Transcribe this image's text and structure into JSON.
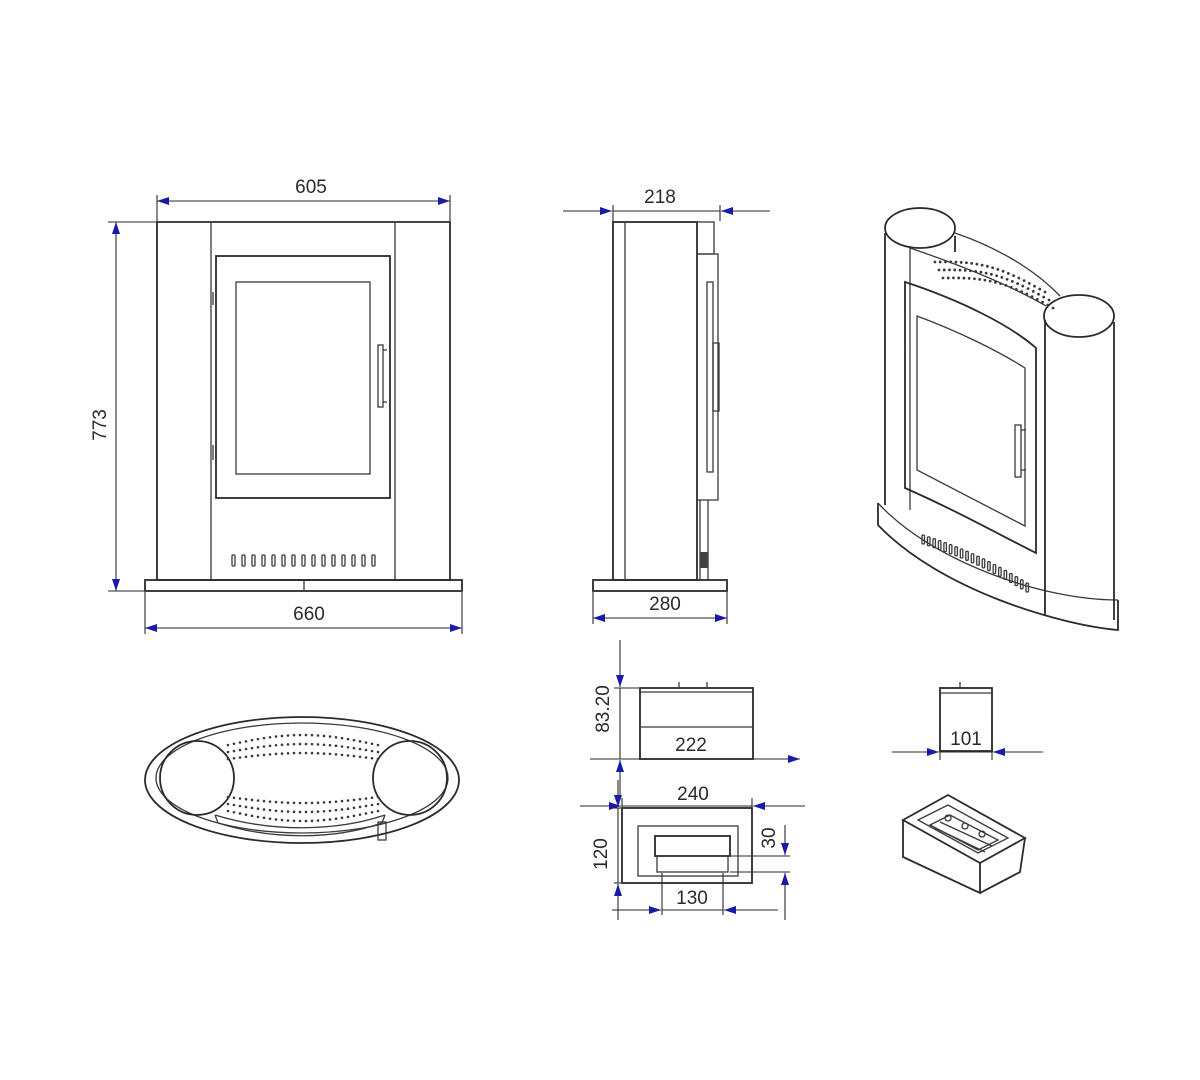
{
  "dimensions": {
    "front_width": "605",
    "front_height": "773",
    "base_width": "660",
    "side_depth": "218",
    "side_base_depth": "280",
    "burner_height": "83.20",
    "burner_length": "222",
    "burner_end_width": "101",
    "burner_plan_length": "240",
    "burner_plan_width": "120",
    "burner_opening_width": "30",
    "burner_opening_length": "130"
  },
  "colors": {
    "arrow": "#1a1aa8",
    "line": "#3a3a3a",
    "background": "#ffffff"
  }
}
